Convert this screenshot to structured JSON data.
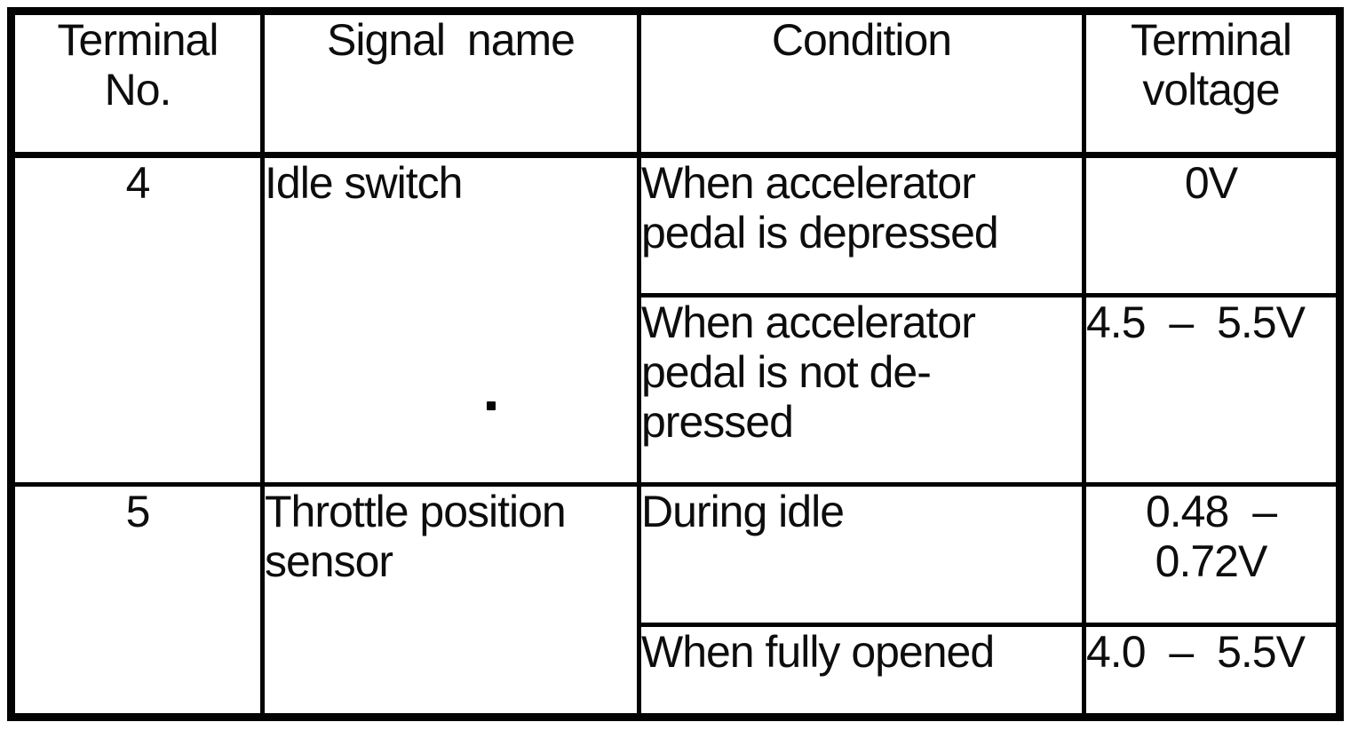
{
  "document": {
    "type": "scanned-terminal-voltage-table",
    "ink_color": "#0d0d0d",
    "paper_color": "#ffffff"
  },
  "table": {
    "header": {
      "terminal_no_line1": "Terminal",
      "terminal_no_line2": "No.",
      "signal_name": "Signal name",
      "condition": "Condition",
      "terminal_voltage_line1": "Terminal",
      "terminal_voltage_line2": "voltage"
    },
    "rows": [
      {
        "terminal_no": "4",
        "signal_name": "Idle switch",
        "conditions": [
          {
            "condition": "When accelerator pedal is depressed",
            "voltage": "0V"
          },
          {
            "condition": "When accelerator pedal is not de-pressed",
            "voltage": "4.5 – 5.5V"
          }
        ]
      },
      {
        "terminal_no": "5",
        "signal_name": "Throttle position sensor",
        "conditions": [
          {
            "condition": "During idle",
            "voltage": "0.48 – 0.72V"
          },
          {
            "condition": "When fully opened",
            "voltage": "4.0 – 5.5V"
          }
        ]
      }
    ]
  }
}
